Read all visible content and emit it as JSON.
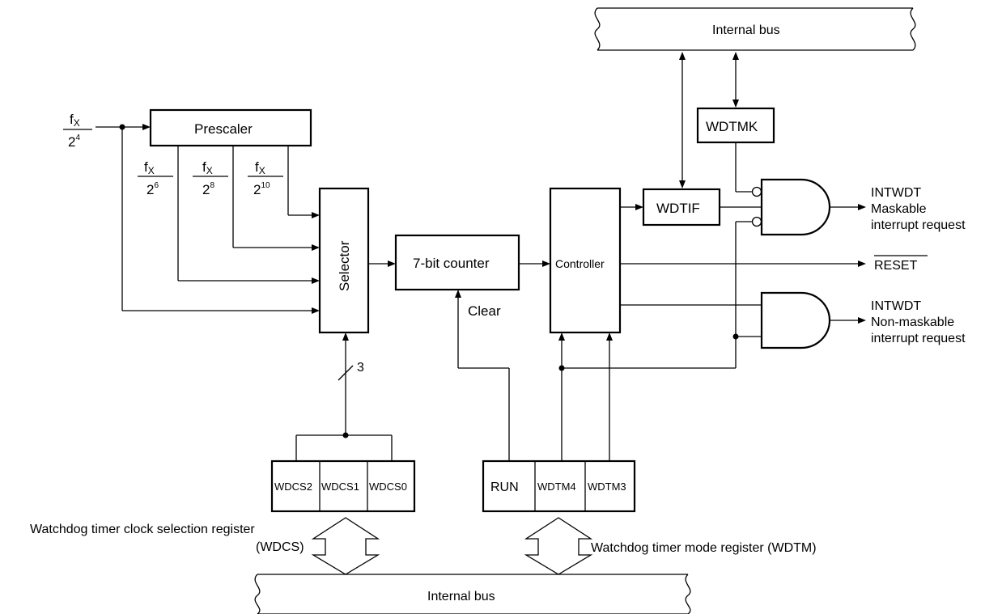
{
  "bus": {
    "top": "Internal bus",
    "bottom": "Internal bus"
  },
  "blocks": {
    "prescaler": "Prescaler",
    "selector": "Selector",
    "counter": "7-bit counter",
    "controller": "Controller",
    "wdtif": "WDTIF",
    "wdtmk": "WDTMK",
    "clear": "Clear"
  },
  "input": {
    "fx_num": "f",
    "fx_sub": "X",
    "den_base": "2",
    "den_exp": "4"
  },
  "taps": [
    {
      "num": "f",
      "sub": "X",
      "base": "2",
      "exp": "6"
    },
    {
      "num": "f",
      "sub": "X",
      "base": "2",
      "exp": "8"
    },
    {
      "num": "f",
      "sub": "X",
      "base": "2",
      "exp": "10"
    }
  ],
  "bus_width": "3",
  "wdcs": {
    "cells": [
      "WDCS2",
      "WDCS1",
      "WDCS0"
    ],
    "label_line1": "Watchdog timer clock selection register",
    "label_line2": "(WDCS)"
  },
  "wdtm": {
    "cells": [
      "RUN",
      "WDTM4",
      "WDTM3"
    ],
    "label": "Watchdog timer mode register (WDTM)"
  },
  "outputs": {
    "maskable": [
      "INTWDT",
      "Maskable",
      "interrupt request"
    ],
    "reset": "RESET",
    "nonmaskable": [
      "INTWDT",
      "Non-maskable",
      "interrupt request"
    ]
  }
}
